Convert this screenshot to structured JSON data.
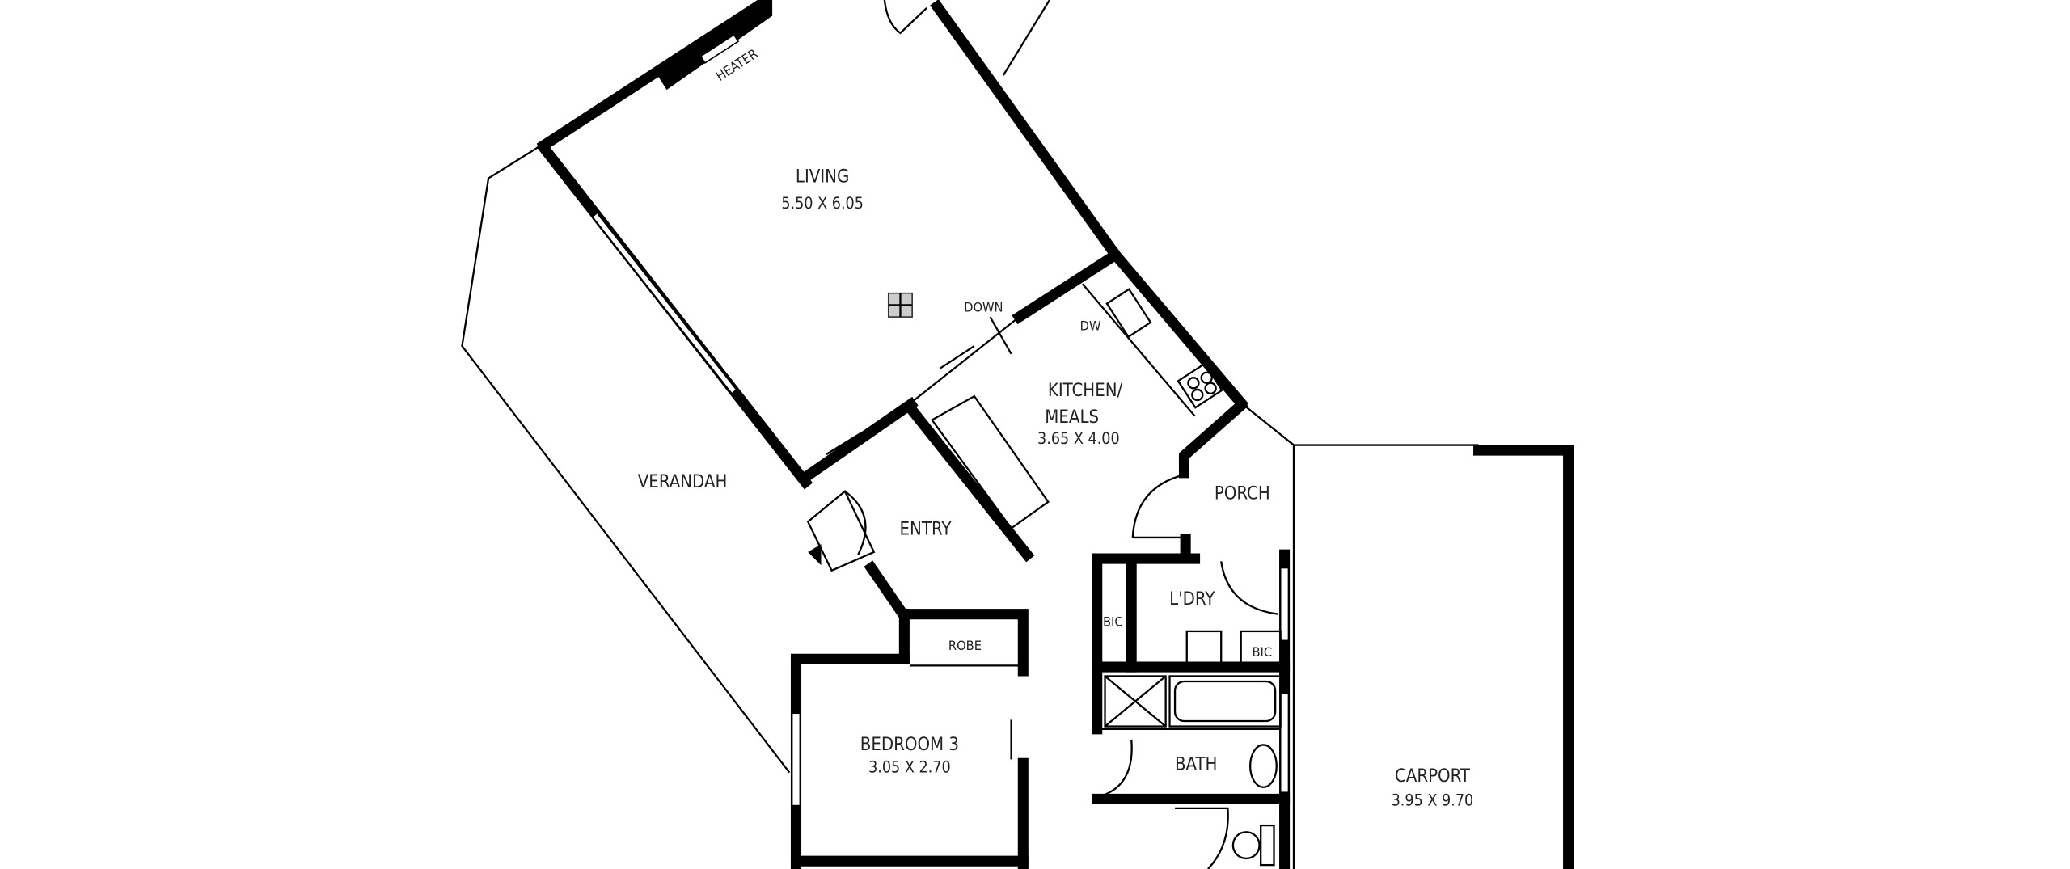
{
  "plan": {
    "rooms": {
      "living": {
        "name": "LIVING",
        "size": "5.50 X 6.05"
      },
      "kitchen": {
        "name_line1": "KITCHEN/",
        "name_line2": "MEALS",
        "size": "3.65 X 4.00"
      },
      "verandah": {
        "name": "VERANDAH"
      },
      "entry": {
        "name": "ENTRY"
      },
      "porch": {
        "name": "PORCH"
      },
      "laundry": {
        "name": "L'DRY"
      },
      "bath": {
        "name": "BATH"
      },
      "bedroom3": {
        "name": "BEDROOM 3",
        "size": "3.05 X 2.70"
      },
      "carport": {
        "name": "CARPORT",
        "size": "3.95 X 9.70"
      },
      "robe": {
        "name": "ROBE"
      },
      "bic1": {
        "name": "BIC"
      },
      "bic2": {
        "name": "BIC"
      }
    },
    "fixtures": {
      "heater": "HEATER",
      "dishwasher": "DW",
      "stairs": "DOWN"
    }
  }
}
